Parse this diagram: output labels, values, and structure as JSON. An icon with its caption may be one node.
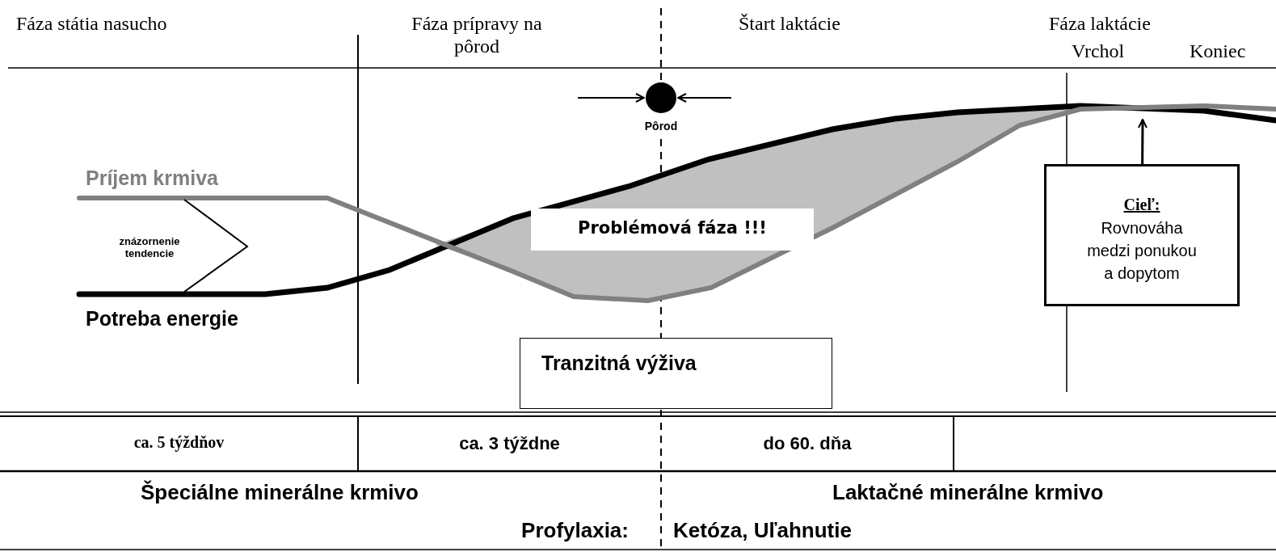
{
  "diagram": {
    "nodes": [
      {
        "text": [],
        "shape": "circle",
        "beside": [
          "Pôrod"
        ]
      },
      {
        "text": [
          "Cieľ:",
          "Rovnováha medzi ponukou a dopytom"
        ]
      },
      {
        "text": [
          "Problémová fáza !!!"
        ]
      },
      {
        "text": [
          "Tranzitná výživa"
        ]
      }
    ],
    "edges": [
      {
        "from": null,
        "to": 0,
        "arrow": "to"
      },
      {
        "from": null,
        "to": 0,
        "arrow": "to"
      },
      {
        "from": 1,
        "to": null,
        "arrow": "to"
      }
    ],
    "labels": [
      "Fáza státia nasucho",
      "Fáza prípravy na pôrod",
      "Štart laktácie",
      "Fáza laktácie",
      "Vrchol",
      "Koniec",
      "Príjem krmiva",
      "znázornenie tendencie",
      "Potreba energie",
      "ca. 5 týždňov",
      "ca. 3 týždne",
      "do 60. dňa",
      "Špeciálne minerálne krmivo",
      "Laktačné minerálne krmivo",
      "Profylaxia:",
      "Ketóza, Uľahnutie"
    ]
  }
}
